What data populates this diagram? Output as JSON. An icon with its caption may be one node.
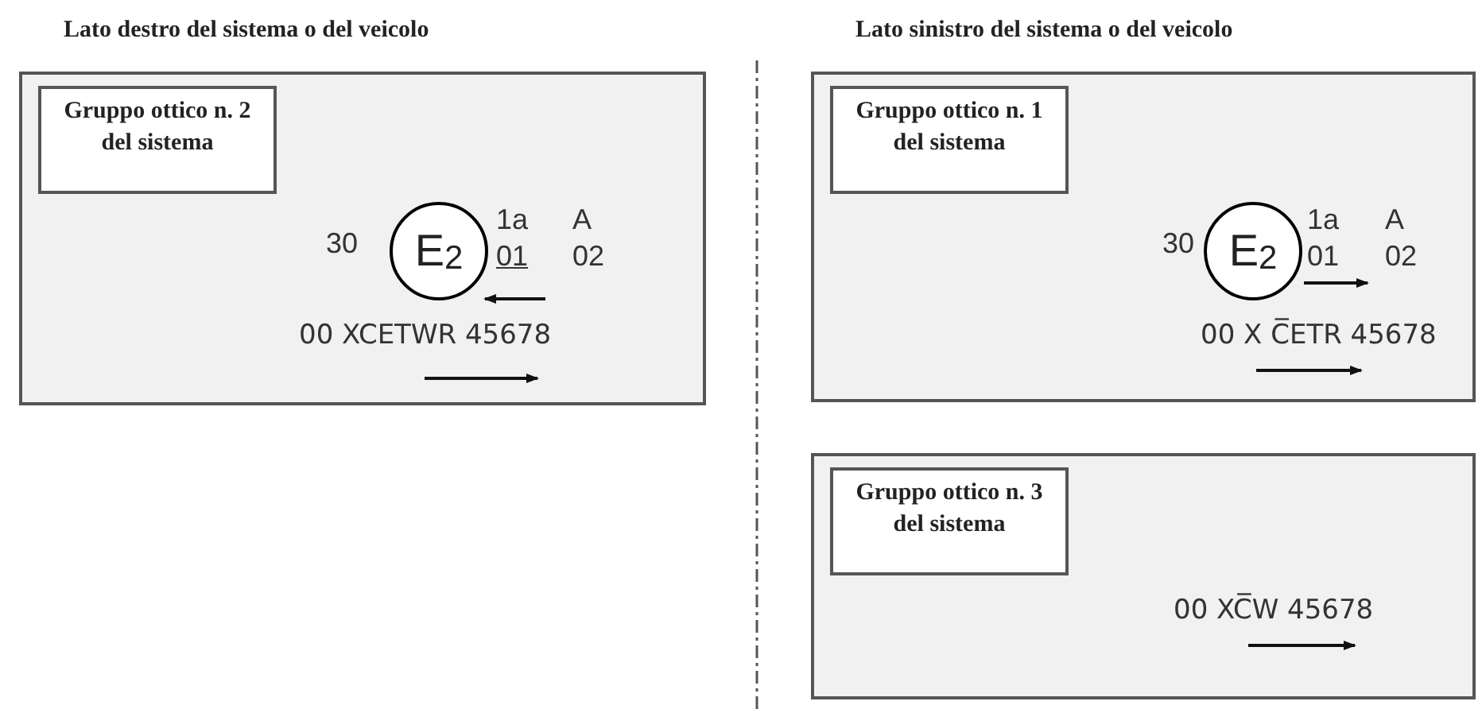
{
  "diagram": {
    "nodes": [
      {
        "text": [],
        "shape": "box"
      },
      {
        "text": [
          "Gruppo ottico n. 2 del sistema"
        ],
        "in": 0
      },
      {
        "text": [
          "E$_{2}$"
        ],
        "in": 0
      },
      {
        "text": [],
        "shape": "box"
      },
      {
        "text": [
          "Gruppo ottico n. 1 del sistema"
        ],
        "in": 3
      },
      {
        "text": [
          "E$_{2}$"
        ],
        "in": 3
      },
      {
        "text": [],
        "shape": "box"
      },
      {
        "text": [
          "Gruppo ottico n. 3 del sistema"
        ],
        "in": 6
      }
    ],
    "edges": [],
    "labels": [
      "Lato destro del sistema o del veicolo",
      "Lato sinistro del sistema o del veicolo",
      "30",
      "1a",
      "A",
      "01",
      "02",
      "00 XCETWR 45678",
      "30",
      "1a",
      "A",
      "01",
      "02",
      "00 X C̅ETR 45678",
      "00 XC̅W 45678"
    ]
  }
}
